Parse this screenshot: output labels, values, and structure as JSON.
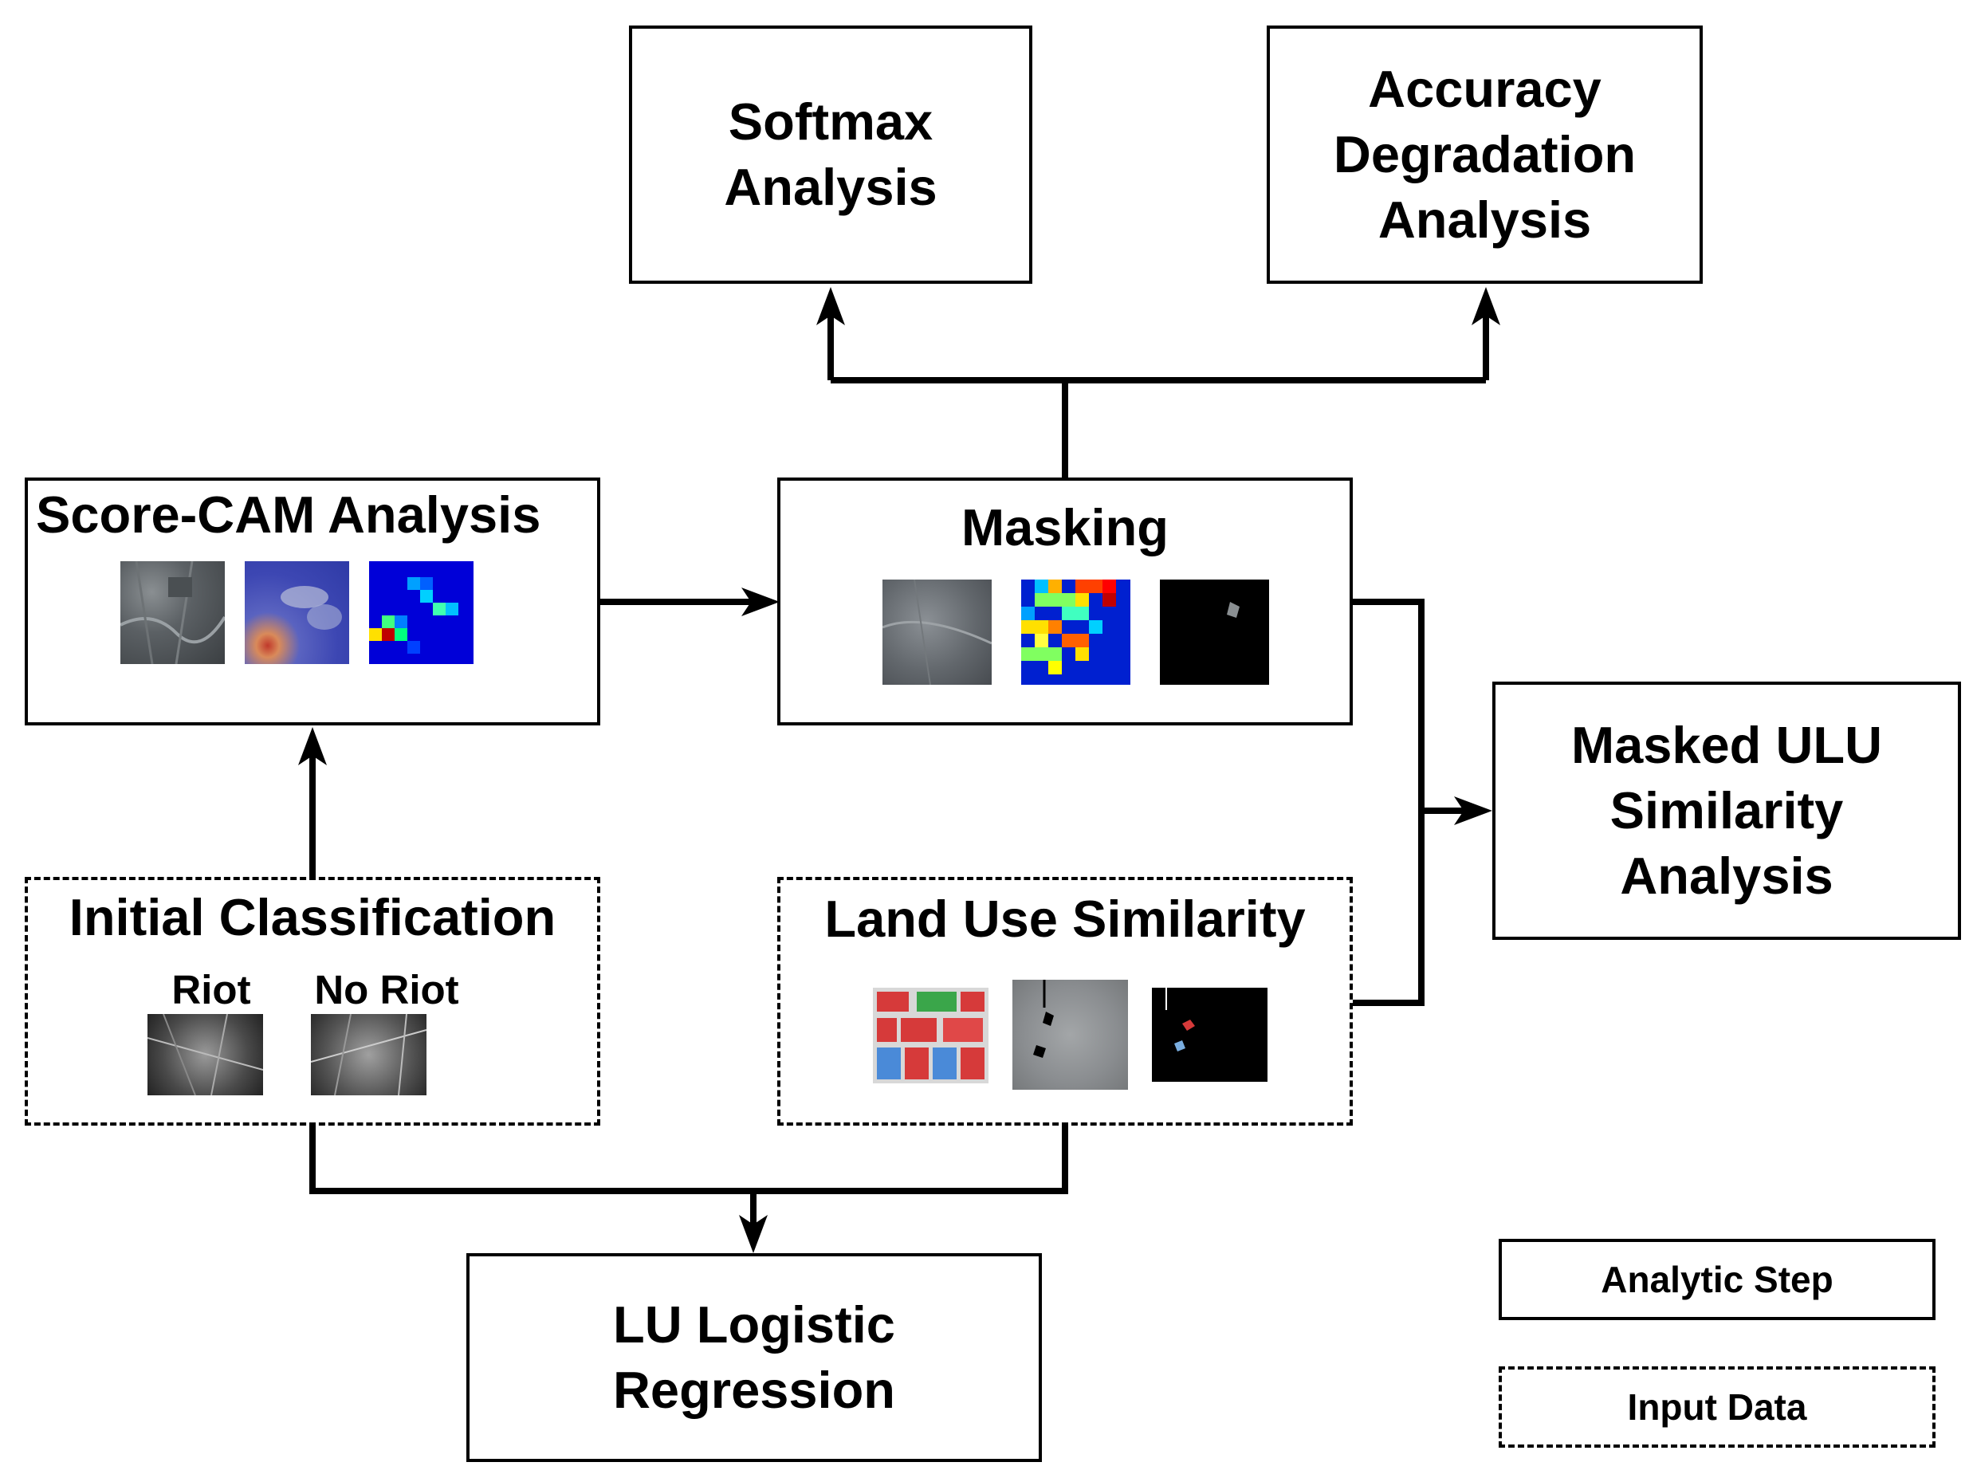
{
  "boxes": {
    "softmax": {
      "line1": "Softmax",
      "line2": "Analysis"
    },
    "accuracy": {
      "line1": "Accuracy",
      "line2": "Degradation",
      "line3": "Analysis"
    },
    "scorecam": {
      "title": "Score-CAM Analysis"
    },
    "masking": {
      "title": "Masking"
    },
    "masked_ulu": {
      "line1": "Masked ULU",
      "line2": "Similarity",
      "line3": "Analysis"
    },
    "initial": {
      "title": "Initial Classification",
      "riot": "Riot",
      "no_riot": "No Riot"
    },
    "land_use": {
      "title": "Land Use Similarity"
    },
    "lu_logistic": {
      "line1": "LU Logistic",
      "line2": "Regression"
    }
  },
  "legend": {
    "analytic_step": "Analytic Step",
    "input_data": "Input Data"
  }
}
